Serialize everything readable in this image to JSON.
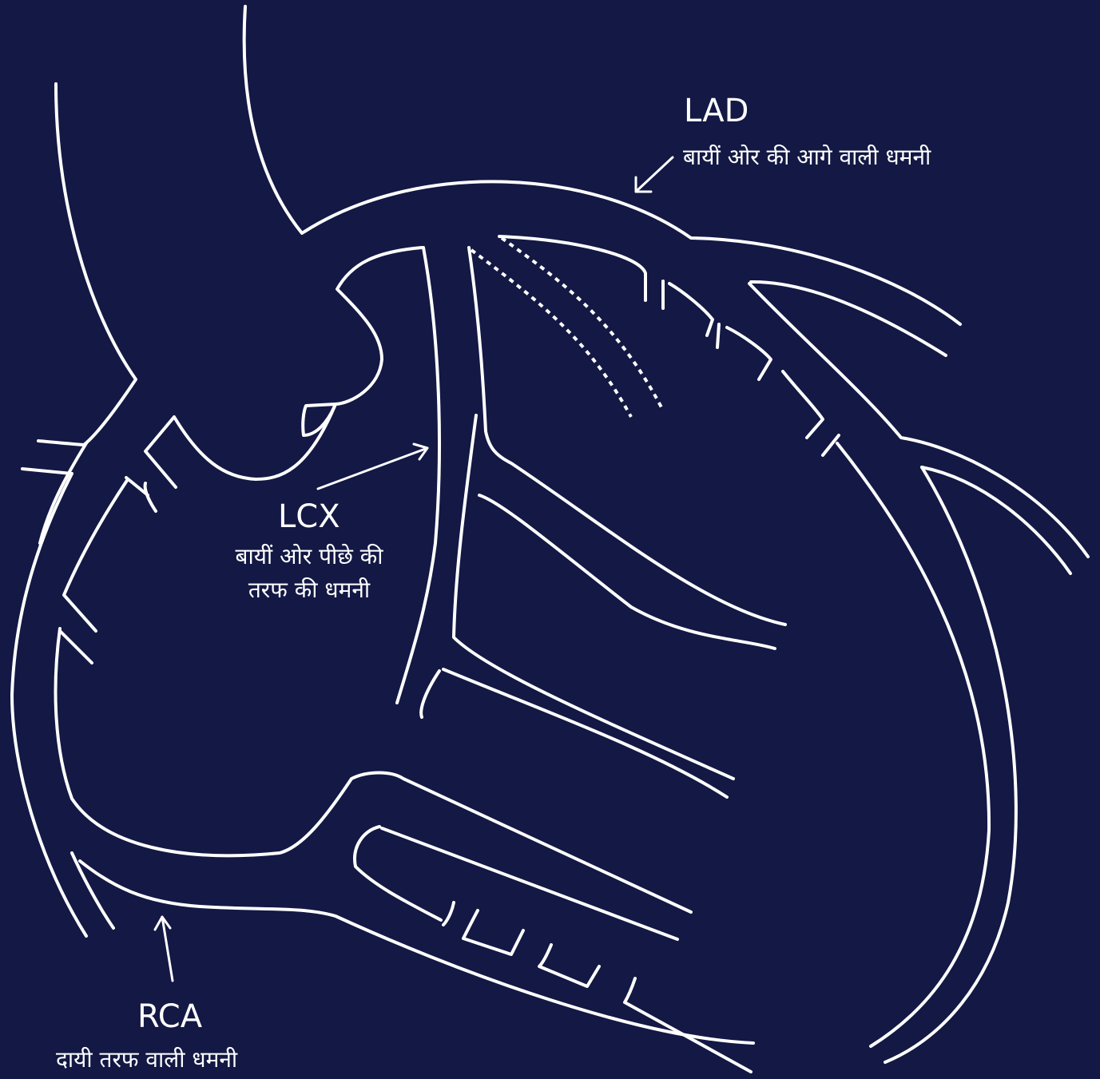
{
  "labels": {
    "lad": {
      "abbr": "LAD",
      "desc": "बायीं ओर की आगे वाली धमनी"
    },
    "lcx": {
      "abbr": "LCX",
      "desc_line1": "बायीं ओर पीछे की",
      "desc_line2": "तरफ की धमनी"
    },
    "rca": {
      "abbr": "RCA",
      "desc": "दायी तरफ वाली धमनी"
    }
  },
  "colors": {
    "background": "#131844",
    "line": "#ffffff"
  }
}
